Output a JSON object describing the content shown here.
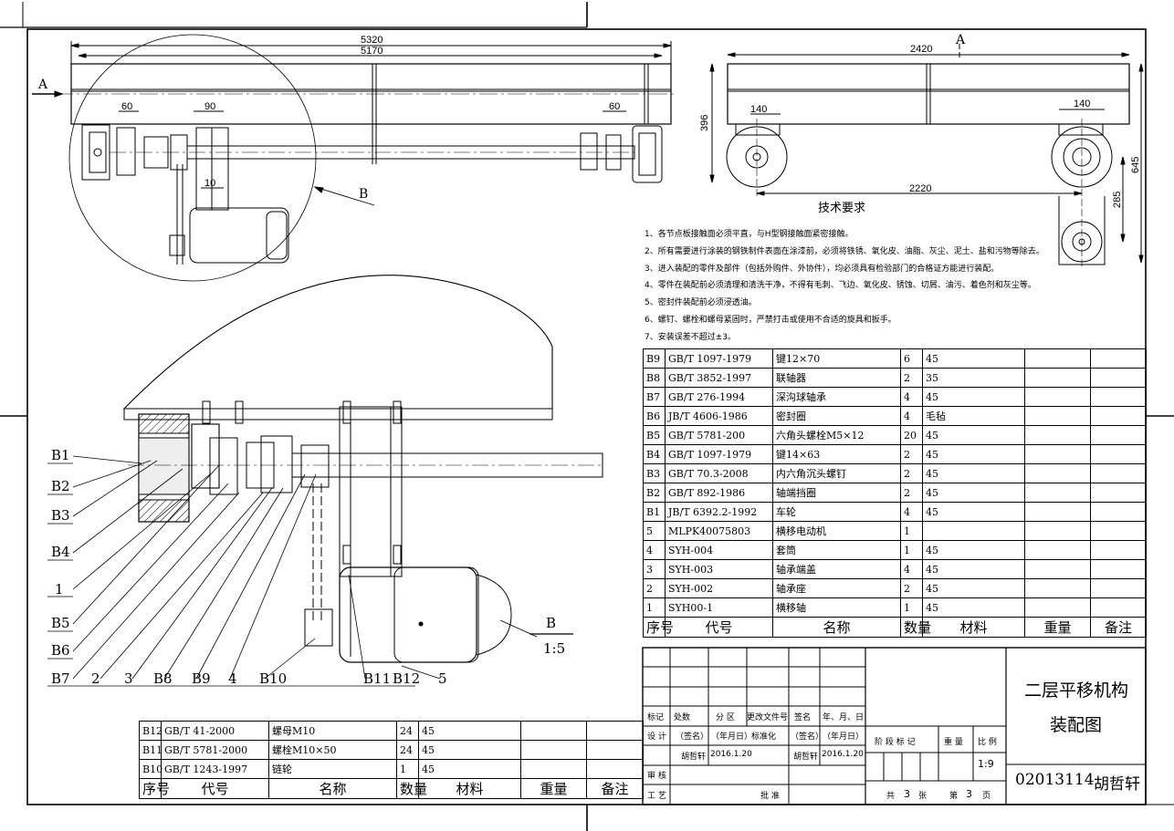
{
  "view_labels": {
    "a_left": "A",
    "a_top_right": "A",
    "b_pointer": "B",
    "b_section": "B",
    "b_scale": "1:5"
  },
  "dimensions": {
    "top_5320": "5320",
    "top_5170": "5170",
    "d60_left": "60",
    "d90": "90",
    "d10": "10",
    "d60_right": "60",
    "r_2420": "2420",
    "r_140a": "140",
    "r_140b": "140",
    "r_396": "396",
    "r_645": "645",
    "r_285": "285",
    "r_2220": "2220"
  },
  "tech_requirements": {
    "title": "技术要求",
    "items": [
      "1、各节点板接触面必须平直，与H型钢接触面紧密接触。",
      "2、所有需要进行涂装的钢铁制件表面在涂漆前，必须将铁锈、氧化皮、油脂、灰尘、泥土、盐和污物等除去。",
      "3、进入装配的零件及部件（包括外购件、外协件），均必须具有检验部门的合格证方能进行装配。",
      "4、零件在装配前必须清理和清洗干净，不得有毛刺、飞边、氧化皮、锈蚀、切屑、油污、着色剂和灰尘等。",
      "5、密封件装配前必须浸透油。",
      "6、螺钉、螺栓和螺母紧固时，严禁打击或使用不合适的旋具和扳手。",
      "7、安装误差不超过±3。"
    ]
  },
  "balloons_left": [
    "B1",
    "B2",
    "B3",
    "B4",
    "1",
    "B5",
    "B6"
  ],
  "balloons_bottom": [
    "B7",
    "2",
    "3",
    "B8",
    "B9",
    "4",
    "B10",
    "B11",
    "B12",
    "5"
  ],
  "bom_main": {
    "headers": [
      "序号",
      "代号",
      "名称",
      "数量",
      "材料",
      "重量",
      "备注"
    ],
    "rows": [
      [
        "B9",
        "GB/T 1097-1979",
        "键12×70",
        "6",
        "45",
        "",
        ""
      ],
      [
        "B8",
        "GB/T 3852-1997",
        "联轴器",
        "2",
        "35",
        "",
        ""
      ],
      [
        "B7",
        "GB/T 276-1994",
        "深沟球轴承",
        "4",
        "45",
        "",
        ""
      ],
      [
        "B6",
        "JB/T 4606-1986",
        "密封圈",
        "4",
        "毛毡",
        "",
        ""
      ],
      [
        "B5",
        "GB/T 5781-200",
        "六角头螺栓M5×12",
        "20",
        "45",
        "",
        ""
      ],
      [
        "B4",
        "GB/T 1097-1979",
        "键14×63",
        "2",
        "45",
        "",
        ""
      ],
      [
        "B3",
        "GB/T 70.3-2008",
        "内六角沉头螺钉",
        "2",
        "45",
        "",
        ""
      ],
      [
        "B2",
        "GB/T 892-1986",
        "轴端挡圈",
        "2",
        "45",
        "",
        ""
      ],
      [
        "B1",
        "JB/T 6392.2-1992",
        "车轮",
        "4",
        "45",
        "",
        ""
      ],
      [
        "5",
        "MLPK40075803",
        "横移电动机",
        "1",
        "",
        "",
        ""
      ],
      [
        "4",
        "SYH-004",
        "套筒",
        "1",
        "45",
        "",
        ""
      ],
      [
        "3",
        "SYH-003",
        "轴承端盖",
        "4",
        "45",
        "",
        ""
      ],
      [
        "2",
        "SYH-002",
        "轴承座",
        "2",
        "45",
        "",
        ""
      ],
      [
        "1",
        "SYH00-1",
        "横移轴",
        "1",
        "45",
        "",
        ""
      ]
    ]
  },
  "bom_lower": {
    "headers": [
      "序号",
      "代号",
      "名称",
      "数量",
      "材料",
      "重量",
      "备注"
    ],
    "rows": [
      [
        "B12",
        "GB/T 41-2000",
        "螺母M10",
        "24",
        "45",
        "",
        ""
      ],
      [
        "B11",
        "GB/T 5781-2000",
        "螺栓M10×50",
        "24",
        "45",
        "",
        ""
      ],
      [
        "B10",
        "GB/T 1243-1997",
        "链轮",
        "1",
        "45",
        "",
        ""
      ]
    ]
  },
  "title_block": {
    "drawing_title_1": "二层平移机构",
    "drawing_title_2": "装配图",
    "drawing_no": "02013114",
    "author_name": "胡哲轩",
    "mark": "标记",
    "count": "处数",
    "zone": "分 区",
    "change_doc": "更改文件号",
    "sign": "签名",
    "date": "年、月、日",
    "design": "设 计",
    "sign_p": "（签名）",
    "date_p": "（年月日）",
    "standard": "标准化",
    "sign_p2": "（签名）",
    "date_p2": "（年月日）",
    "designer": "胡哲轩",
    "design_date": "2016.1.20",
    "std_person": "胡哲轩",
    "std_date": "2016.1.20",
    "review": "审 核",
    "process": "工 艺",
    "approve": "批 准",
    "stage_mark": "阶 段 标 记",
    "weight": "重 量",
    "scale": "比 例",
    "scale_value": "1:9",
    "total": "共",
    "total_n": "3",
    "sheets": "张",
    "no": "第",
    "no_n": "3",
    "page": "页"
  }
}
